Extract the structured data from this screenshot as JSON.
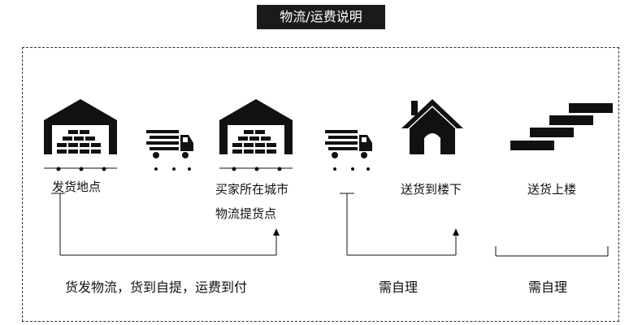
{
  "title": "物流/运费说明",
  "labels": {
    "origin": "发货地点",
    "buyer_city_1": "买家所在城市",
    "buyer_city_2": "物流提货点",
    "delivery_downstairs": "送货到楼下",
    "delivery_upstairs": "送货上楼"
  },
  "notes": {
    "first": "货发物流，货到自提，运费到付",
    "second": "需自理",
    "third": "需自理"
  },
  "icons": [
    "warehouse-icon",
    "truck-icon",
    "warehouse-icon",
    "truck-icon",
    "house-icon",
    "stairs-icon"
  ]
}
